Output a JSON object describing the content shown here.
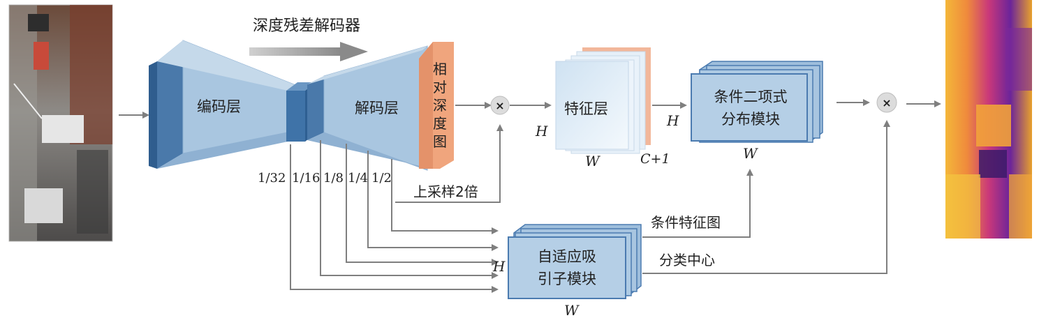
{
  "decoder_title": "深度残差解码器",
  "encoder_label": "编码层",
  "decoder_label": "解码层",
  "relative_depth_label": [
    "相",
    "对",
    "深",
    "度",
    "图"
  ],
  "feature_label": "特征层",
  "conditional_binomial_label": [
    "条件二项式",
    "分布模块"
  ],
  "adaptive_attractor_label": [
    "自适应吸",
    "引子模块"
  ],
  "scale_labels": [
    "1/32",
    "1/16",
    "1/8",
    "1/4",
    "1/2"
  ],
  "upsample_label": "上采样2倍",
  "cond_feature_label": "条件特征图",
  "class_center_label": "分类中心",
  "dim_H": "H",
  "dim_W": "W",
  "dim_C1": "C+1",
  "operators": {
    "multiply": "×"
  },
  "colors": {
    "encoder_fill": "#a9c6e0",
    "encoder_dark": "#4a79aa",
    "bottleneck": "#3f73a8",
    "depth_map": "#f0a57d",
    "arrow": "#7f7f7f",
    "module_fill": "#b5cfe6",
    "module_edge": "#4b7bb0"
  }
}
